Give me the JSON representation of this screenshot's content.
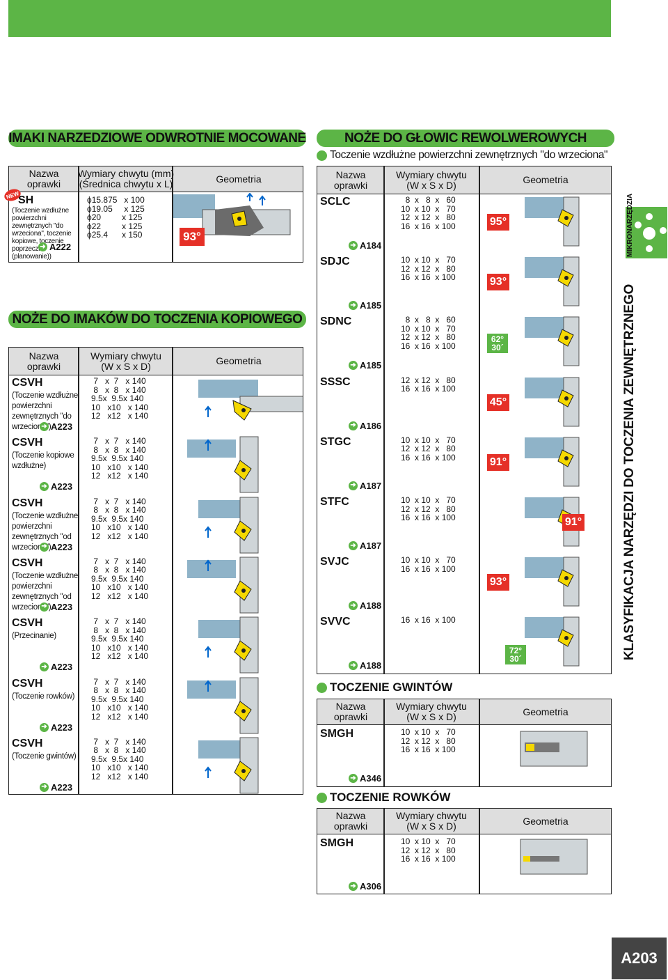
{
  "left": {
    "imaki_title": "IMAKI NARZEDZIOWE ODWROTNIE MOCOWANE",
    "imaki_header": {
      "name": "Nazwa\noprawki",
      "dims": "Wymiary chwytu (mm)\n(Średnica chwytu x L)",
      "geo": "Geometria"
    },
    "new_badge": "NEW",
    "sh": {
      "name": "SH",
      "desc": "(Toczenie wzdłużne powierzchni zewnętrznych \"do wrzeciona\", toczenie kopiowe, toczenie poprzeczne (planowanie))",
      "ref": "A222",
      "dims": "ϕ15.875   x 100\nϕ19.05     x 125\nϕ20         x 125\nϕ22         x 125\nϕ25.4      x 150",
      "angle": "93°"
    },
    "kop_title": "NOŻE DO IMAKÓW DO TOCZENIA KOPIOWEGO",
    "kop_header": {
      "name": "Nazwa\noprawki",
      "dims": "Wymiary chwytu\n(W x S x D)",
      "geo": "Geometria"
    },
    "rows": [
      {
        "name": "CSVH",
        "desc": "(Toczenie wzdłużne powierzchni zewnętrznych \"do wrzeciona\")",
        "ref": "A223",
        "dims": " 7   x  7   x 140\n 8   x  8   x 140\n9.5x  9.5x 140\n10   x10   x 140\n12   x12   x 140"
      },
      {
        "name": "CSVH",
        "desc": "(Toczenie kopiowe wzdłużne)",
        "ref": "A223",
        "dims": " 7   x  7   x 140\n 8   x  8   x 140\n9.5x  9.5x 140\n10   x10   x 140\n12   x12   x 140"
      },
      {
        "name": "CSVH",
        "desc": "(Toczenie wzdłużne powierzchni zewnętrznych \"od wrzeciona\")",
        "ref": "A223",
        "dims": " 7   x  7   x 140\n 8   x  8   x 140\n9.5x  9.5x 140\n10   x10   x 140\n12   x12   x 140"
      },
      {
        "name": "CSVH",
        "desc": "(Toczenie wzdłużne powierzchni zewnętrznych \"od wrzeciona\")",
        "ref": "A223",
        "dims": " 7   x  7   x 140\n 8   x  8   x 140\n9.5x  9.5x 140\n10   x10   x 140\n12   x12   x 140"
      },
      {
        "name": "CSVH",
        "desc": "(Przecinanie)",
        "ref": "A223",
        "dims": " 7   x  7   x 140\n 8   x  8   x 140\n9.5x  9.5x 140\n10   x10   x 140\n12   x12   x 140"
      },
      {
        "name": "CSVH",
        "desc": "(Toczenie rowków)",
        "ref": "A223",
        "dims": " 7   x  7   x 140\n 8   x  8   x 140\n9.5x  9.5x 140\n10   x10   x 140\n12   x12   x 140"
      },
      {
        "name": "CSVH",
        "desc": "(Toczenie gwintów)",
        "ref": "A223",
        "dims": " 7   x  7   x 140\n 8   x  8   x 140\n9.5x  9.5x 140\n10   x10   x 140\n12   x12   x 140"
      }
    ]
  },
  "right": {
    "title": "NOŻE DO GŁOWIC REWOLWEROWYCH",
    "subtitle": "Toczenie wzdłużne powierzchni zewnętrznych \"do wrzeciona\"",
    "header": {
      "name": "Nazwa\noprawki",
      "dims": "Wymiary chwytu\n(W x S x D)",
      "geo": "Geometria"
    },
    "rows": [
      {
        "name": "SCLC",
        "ref": "A184",
        "dims": "  8  x   8  x   60\n10  x 10  x   70\n12  x 12  x   80\n16  x 16  x 100",
        "angle": "95°"
      },
      {
        "name": "SDJC",
        "ref": "A185",
        "dims": "10  x 10  x   70\n12  x 12  x   80\n16  x 16  x 100",
        "angle": "93°"
      },
      {
        "name": "SDNC",
        "ref": "A185",
        "dims": "  8  x   8  x   60\n10  x 10  x   70\n12  x 12  x   80\n16  x 16  x 100",
        "angle": "62°\n30´"
      },
      {
        "name": "SSSC",
        "ref": "A186",
        "dims": "12  x 12  x   80\n16  x 16  x 100",
        "angle": "45°"
      },
      {
        "name": "STGC",
        "ref": "A187",
        "dims": "10  x 10  x   70\n12  x 12  x   80\n16  x 16  x 100",
        "angle": "91°"
      },
      {
        "name": "STFC",
        "ref": "A187",
        "dims": "10  x 10  x   70\n12  x 12  x   80\n16  x 16  x 100",
        "angle": "91°"
      },
      {
        "name": "SVJC",
        "ref": "A188",
        "dims": "10  x 10  x   70\n16  x 16  x 100",
        "angle": "93°"
      },
      {
        "name": "SVVC",
        "ref": "A188",
        "dims": "16  x 16  x 100",
        "angle": "72°\n30´"
      }
    ],
    "gwint_title": "TOCZENIE GWINTÓW",
    "gwint": {
      "name": "SMGH",
      "ref": "A346",
      "dims": "10  x 10  x   70\n12  x 12  x   80\n16  x 16  x 100"
    },
    "rowk_title": "TOCZENIE ROWKÓW",
    "rowk": {
      "name": "SMGH",
      "ref": "A306",
      "dims": "10  x 10  x   70\n12  x 12  x   80\n16  x 16  x 100"
    }
  },
  "sidebar": {
    "small": "MIKRONARZĘDZIA",
    "big": "KLASYFIKACJA NARZĘDZI DO TOCZENIA ZEWNĘTRZNEGO"
  },
  "page": "A203"
}
